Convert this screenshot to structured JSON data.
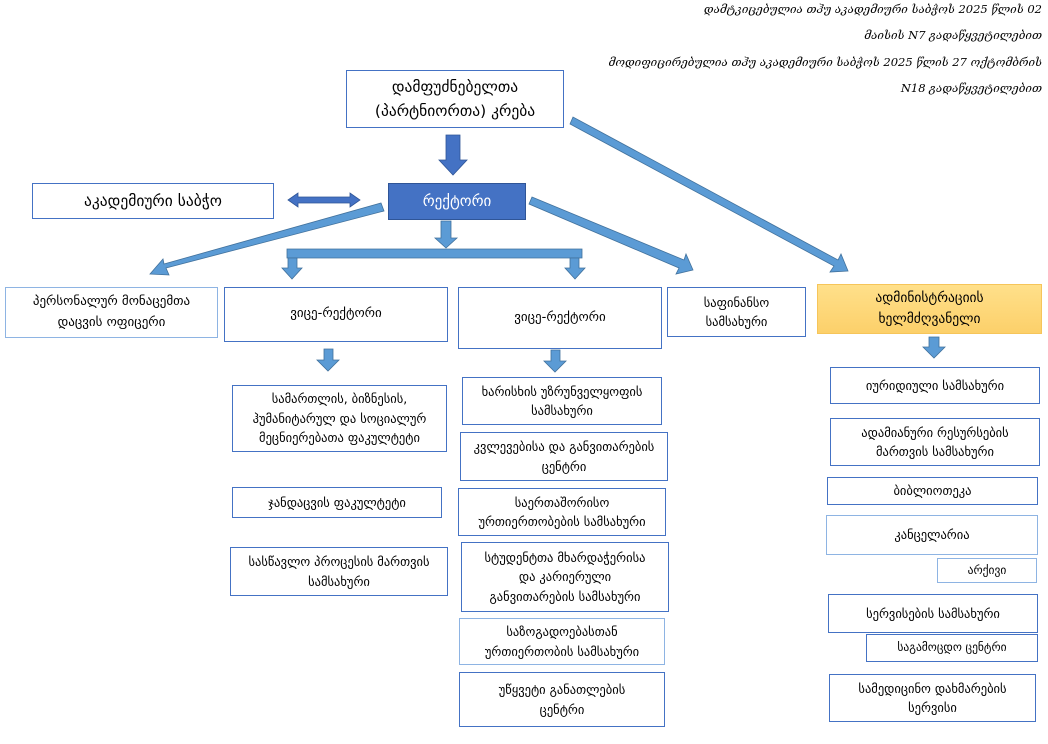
{
  "approval_note": {
    "line1": "დამტკიცებულია თჰუ აკადემიური საბჭოს  2025 წლის 02",
    "line2": "მაისის N7 გადაწყვეტილებით",
    "line3": "მოდიფიცირებულია თჰუ აკადემიური საბჭოს 2025 წლის 27 ოქტომბრის",
    "line4": "N18 გადაწყვეტილებით"
  },
  "nodes": {
    "founders": "დამფუძნებელთა\n(პარტნიორთა) კრება",
    "academic_council": "აკადემიური საბჭო",
    "rector": "რექტორი",
    "data_protection_officer": "პერსონალურ მონაცემთა\nდაცვის  ოფიცერი",
    "vice_rector_1": "ვიცე-რექტორი",
    "vice_rector_2": "ვიცე-რექტორი",
    "finance_service": "საფინანსო\nსამსახური",
    "admin_head": "ადმინისტრაციის\nხელმძღვანელი"
  },
  "vice_rector_1_units": [
    "სამართლის, ბიზნესის,\nჰუმანიტარულ და სოციალურ\nმეცნიერებათა  ფაკულტეტი",
    "ჯანდაცვის ფაკულტეტი",
    "სასწავლო პროცესის მართვის\nსამსახური"
  ],
  "vice_rector_2_units": [
    "ხარისხის უზრუნველყოფის\nსამსახური",
    "კვლევებისა და განვითარების\nცენტრი",
    "საერთაშორისო\nურთიერთობების სამსახური",
    "სტუდენტთა მხარდაჭერისა\nდა კარიერული\nგანვითარების სამსახური",
    "საზოგადოებასთან\nურთიერთობის სამსახური",
    "უწყვეტი განათლების\nცენტრი"
  ],
  "admin_units": [
    "იურიდიული სამსახური",
    "ადამიანური რესურსების\nმართვის სამსახური",
    "ბიბლიოთეკა",
    "კანცელარია",
    "არქივი",
    "სერვისების სამსახური",
    "საგამოცდო ცენტრი",
    "სამედიცინო დახმარების\nსერვისი"
  ],
  "colors": {
    "box_border": "#4472c4",
    "rector_fill": "#4472c4",
    "arrow_fill": "#5b9bd5",
    "admin_fill": "#ffd966"
  }
}
